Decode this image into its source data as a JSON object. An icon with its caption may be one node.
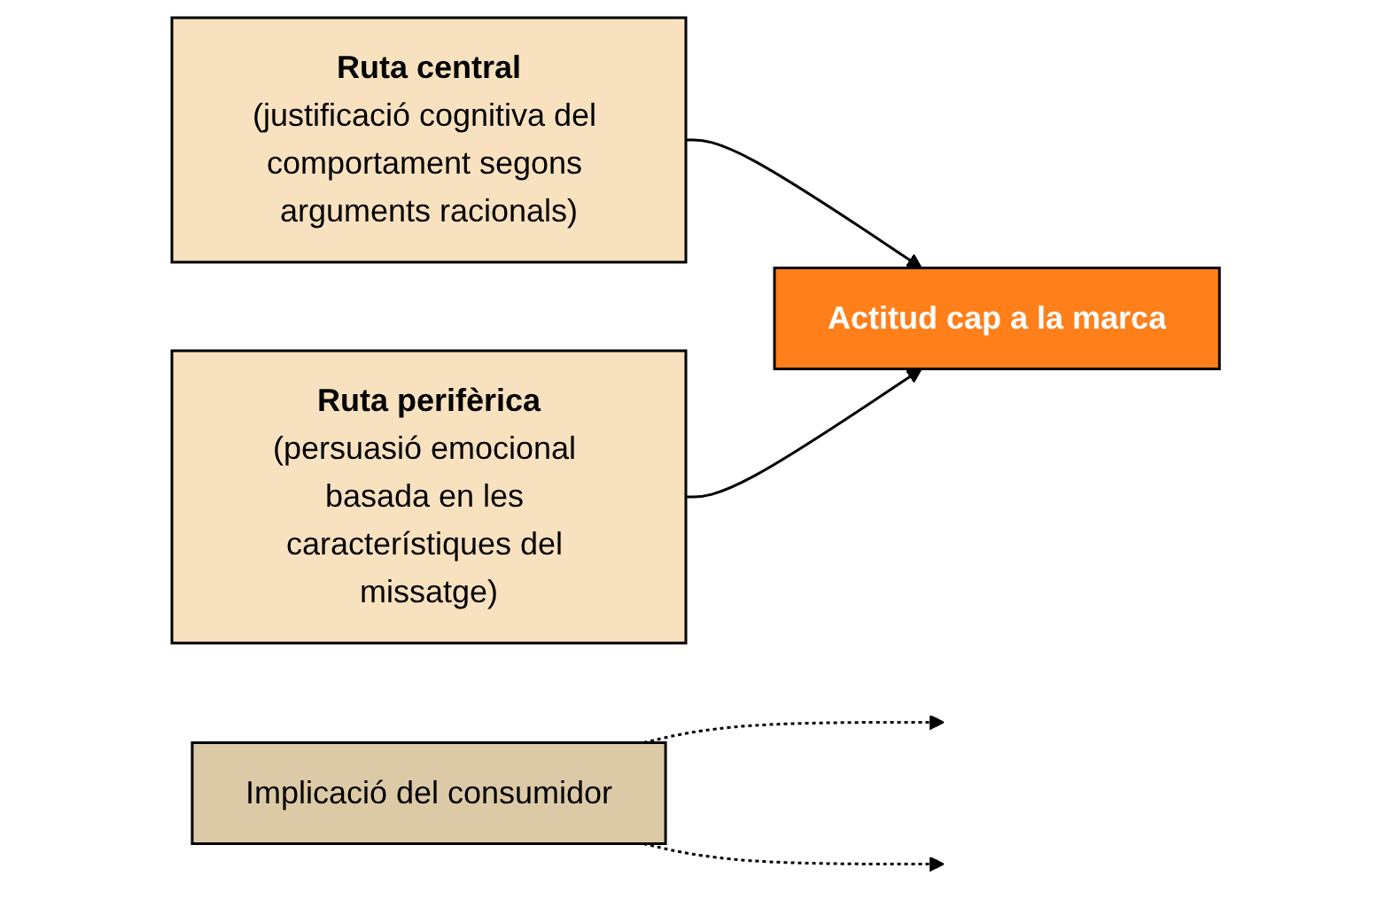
{
  "diagram": {
    "nodes": [
      {
        "text": [
          "Ruta central",
          "(justificació cognitiva del comportament segons arguments racionals)"
        ]
      },
      {
        "text": [
          "Ruta perifèrica",
          "(persuasió emocional basada en les característiques del missatge)"
        ]
      },
      {
        "text": [
          "Actitud cap a la marca"
        ]
      },
      {
        "text": [
          "Implicació del consumidor"
        ]
      }
    ],
    "edges": [
      {
        "from": 0,
        "to": 2,
        "arrow": "to"
      },
      {
        "from": 1,
        "to": 2,
        "arrow": "to"
      },
      {
        "from": 3,
        "to": null,
        "arrow": "to",
        "style": "dashed"
      },
      {
        "from": 3,
        "to": null,
        "arrow": "to",
        "style": "dashed"
      }
    ]
  }
}
